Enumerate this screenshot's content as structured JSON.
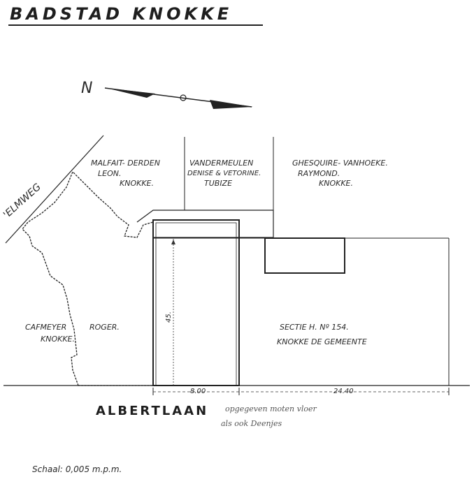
{
  "title": "BADSTAD   KNOKKE",
  "north_label": "N",
  "owners": {
    "malfait": [
      "MALFAIT- DERDEN",
      "LEON.",
      "KNOKKE."
    ],
    "vandermeulen": [
      "VANDERMEULEN",
      "DENISE & VETORINE.",
      "TUBIZE"
    ],
    "ghesquire": [
      "GHESQUIRE- VANHOEKE.",
      "RAYMOND.",
      "KNOKKE."
    ],
    "cafmeyer": [
      "CAFMEYER",
      "KNOKKE."
    ],
    "cafmeyer_roger": "ROGER.",
    "sectie": [
      "SECTIE H. Nº 154.",
      "KNOKKE DE GEMEENTE"
    ]
  },
  "street_elmweg": "'ELMWEG",
  "street_albertlaan": "ALBERTLAAN",
  "dimensions": {
    "depth": "45.",
    "width_lot": "8.00",
    "width_total": "24.40"
  },
  "handwritten_notes": [
    "opgegeven moten vloer",
    "als ook Deenjes"
  ],
  "scale_label": "Schaal: 0,005 m.p.m."
}
